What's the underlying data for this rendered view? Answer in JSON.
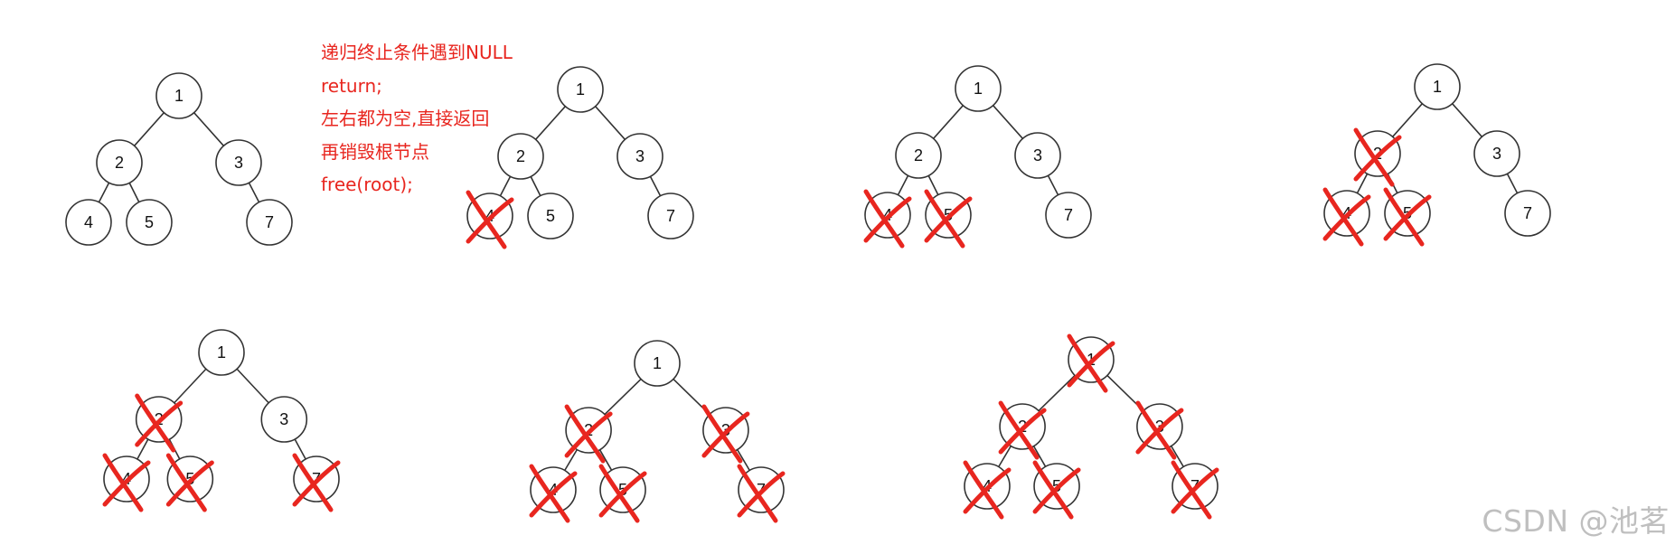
{
  "annotation": {
    "lines": [
      "递归终止条件遇到NULL",
      "return;",
      "左右都为空,直接返回",
      "再销毁根节点",
      "free(root);"
    ],
    "color": "#e8261f"
  },
  "tree": {
    "nodes": [
      {
        "id": "1",
        "label": "1"
      },
      {
        "id": "2",
        "label": "2"
      },
      {
        "id": "3",
        "label": "3"
      },
      {
        "id": "4",
        "label": "4"
      },
      {
        "id": "5",
        "label": "5"
      },
      {
        "id": "7",
        "label": "7"
      }
    ],
    "edges": [
      [
        "1",
        "2"
      ],
      [
        "1",
        "3"
      ],
      [
        "2",
        "4"
      ],
      [
        "2",
        "5"
      ],
      [
        "3",
        "7"
      ]
    ]
  },
  "steps": [
    {
      "step": 1,
      "destroyed": []
    },
    {
      "step": 2,
      "destroyed": [
        "4"
      ]
    },
    {
      "step": 3,
      "destroyed": [
        "4",
        "5"
      ]
    },
    {
      "step": 4,
      "destroyed": [
        "4",
        "5",
        "2"
      ]
    },
    {
      "step": 5,
      "destroyed": [
        "4",
        "5",
        "2",
        "7"
      ]
    },
    {
      "step": 6,
      "destroyed": [
        "4",
        "5",
        "2",
        "7",
        "3"
      ]
    },
    {
      "step": 7,
      "destroyed": [
        "4",
        "5",
        "2",
        "7",
        "3",
        "1"
      ]
    }
  ],
  "colors": {
    "cross": "#e8261f",
    "node_stroke": "#333333",
    "edge": "#333333"
  },
  "watermark": "CSDN @池茗"
}
